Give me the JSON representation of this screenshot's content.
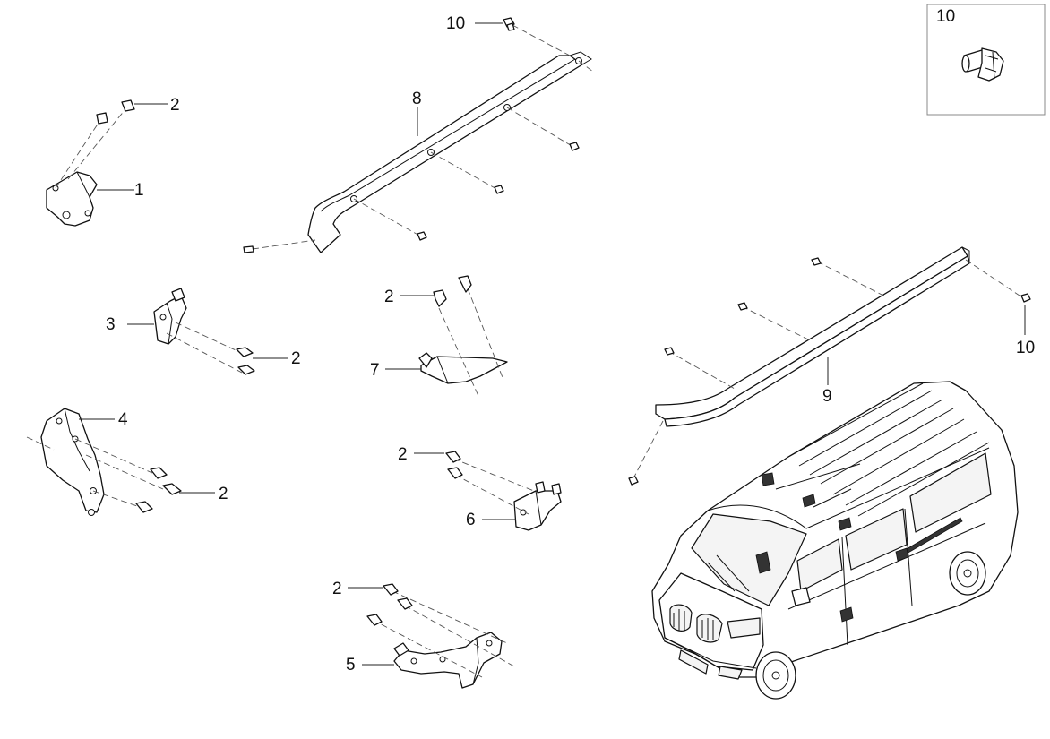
{
  "callouts": {
    "c1": "1",
    "c2": "2",
    "c3": "3",
    "c4": "4",
    "c5": "5",
    "c6": "6",
    "c7": "7",
    "c8": "8",
    "c9": "9",
    "c10": "10"
  },
  "inset": {
    "label": "10"
  },
  "icons": [
    "bolt-icon",
    "nut-icon",
    "bracket-icon",
    "rail-icon",
    "van-icon",
    "clip-icon"
  ]
}
